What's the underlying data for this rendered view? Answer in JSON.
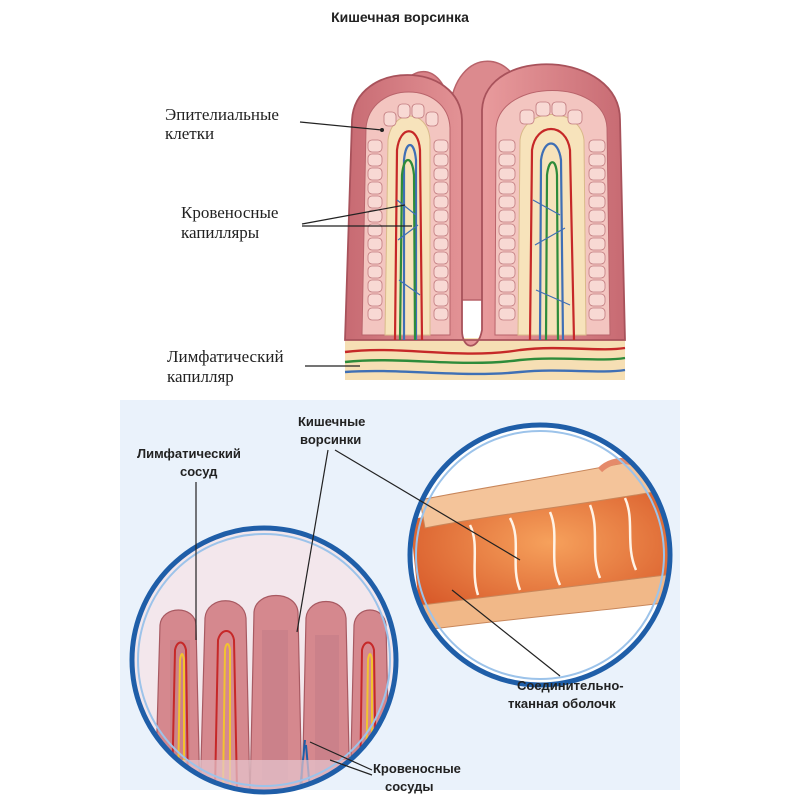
{
  "title": "Кишечная ворсинка",
  "top_diagram": {
    "labels": {
      "epithelial_line1": "Эпителиальные",
      "epithelial_line2": "клетки",
      "capillaries_line1": "Кровеносные",
      "capillaries_line2": "капилляры",
      "lymph_capillary_line1": "Лимфатический",
      "lymph_capillary_line2": "капилляр"
    }
  },
  "bottom_diagram": {
    "labels": {
      "lymph_vessel_line1": "Лимфатический",
      "lymph_vessel_line2": "сосуд",
      "villi_line1": "Кишечные",
      "villi_line2": "ворсинки",
      "connective_line1": "Соединительно-",
      "connective_line2": "тканная оболочк",
      "blood_vessels_line1": "Кровеносные",
      "blood_vessels_line2": "сосуды"
    }
  },
  "colors": {
    "villus_outer": "#d9868a",
    "villus_inner": "#f2c4c0",
    "epithelial_cell": "#f6d3cf",
    "connective": "#f7e2b8",
    "blood_red": "#c62828",
    "blood_blue": "#3f6fb5",
    "lymph_green": "#2e8b3a",
    "circle_border": "#1f5ea8",
    "tissue_orange": "#e8743a"
  }
}
